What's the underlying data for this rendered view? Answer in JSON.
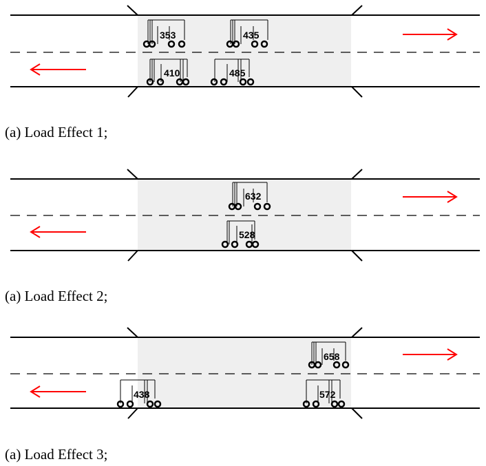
{
  "colors": {
    "bridge_fill": "#efefef",
    "road_line": "#000000",
    "arrow": "#ff0000",
    "truck_line": "#000000",
    "background": "#ffffff"
  },
  "panels": [
    {
      "caption": "(a) Load Effect 1;",
      "trucks": [
        {
          "label": "353",
          "lane": "upper",
          "body": "long"
        },
        {
          "label": "435",
          "lane": "upper",
          "body": "long"
        },
        {
          "label": "410",
          "lane": "lower",
          "body": "long"
        },
        {
          "label": "485",
          "lane": "lower",
          "body": "long"
        }
      ]
    },
    {
      "caption": "(a) Load Effect 2;",
      "trucks": [
        {
          "label": "632",
          "lane": "upper",
          "body": "long"
        },
        {
          "label": "528",
          "lane": "lower",
          "body": "short"
        }
      ]
    },
    {
      "caption": "(a) Load Effect 3;",
      "trucks": [
        {
          "label": "658",
          "lane": "upper",
          "body": "long"
        },
        {
          "label": "438",
          "lane": "lower",
          "body": "long"
        },
        {
          "label": "572",
          "lane": "lower",
          "body": "long"
        }
      ]
    }
  ]
}
